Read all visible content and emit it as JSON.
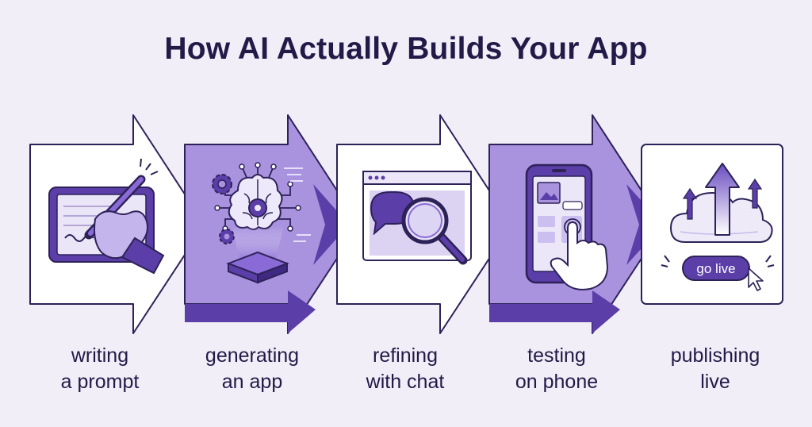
{
  "title": "How AI Actually Builds Your App",
  "steps": [
    {
      "line1": "writing",
      "line2": "a prompt",
      "icon": "tablet-pen-icon"
    },
    {
      "line1": "generating",
      "line2": "an app",
      "icon": "brain-chip-icon"
    },
    {
      "line1": "refining",
      "line2": "with chat",
      "icon": "chat-magnifier-icon"
    },
    {
      "line1": "testing",
      "line2": "on phone",
      "icon": "phone-tap-icon"
    },
    {
      "line1": "publishing",
      "line2": "live",
      "icon": "cloud-upload-icon"
    }
  ],
  "go_live_label": "go live",
  "colors": {
    "background": "#f1eef8",
    "dark": "#221a47",
    "purple": "#5b3ea8",
    "purple_fill": "#a993df",
    "panel_light": "#ffffff"
  }
}
